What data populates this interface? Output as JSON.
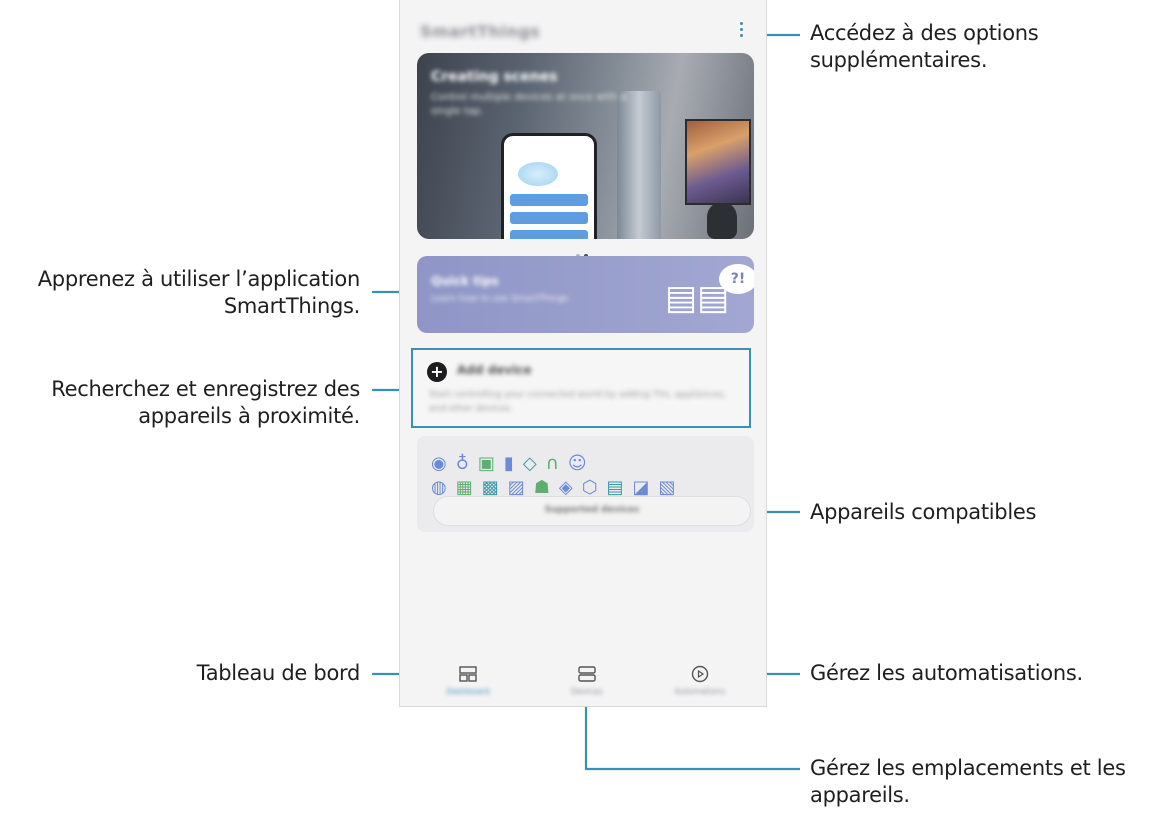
{
  "app": {
    "title": "SmartThings",
    "menu_icon": "more-vert-icon"
  },
  "hero_card": {
    "title": "Creating scenes",
    "subtitle": "Control multiple devices at once with a single tap."
  },
  "tips_card": {
    "title": "Quick tips",
    "subtitle": "Learn how to use SmartThings",
    "badge": "?!"
  },
  "add_device": {
    "title": "Add device",
    "description": "Start controlling your connected world by adding TVs, appliances, and other devices."
  },
  "compatible": {
    "icons": [
      "◉",
      "♁",
      "▣",
      "▮",
      "◇",
      "∩",
      "☺",
      "◍",
      "▦",
      "▩",
      "▨",
      "☗",
      "◈",
      "⬡",
      "▤",
      "◪",
      "▧"
    ],
    "button_label": "Supported devices"
  },
  "bottom_nav": [
    {
      "label": "Dashboard",
      "icon": "dashboard-icon"
    },
    {
      "label": "Devices",
      "icon": "devices-icon"
    },
    {
      "label": "Automations",
      "icon": "automations-icon"
    }
  ],
  "callouts": {
    "options": [
      "Accédez à des options",
      "supplémentaires."
    ],
    "learn": [
      "Apprenez à utiliser l’application",
      "SmartThings."
    ],
    "search": [
      "Recherchez et enregistrez des",
      "appareils à proximité."
    ],
    "compatible": [
      "Appareils compatibles"
    ],
    "dashboard": [
      "Tableau de bord"
    ],
    "automations": [
      "Gérez les automatisations."
    ],
    "locations": [
      "Gérez les emplacements et les",
      "appareils."
    ]
  },
  "colors": {
    "accent": "#3a8fb4",
    "tips_card": "#9aa0cd"
  }
}
